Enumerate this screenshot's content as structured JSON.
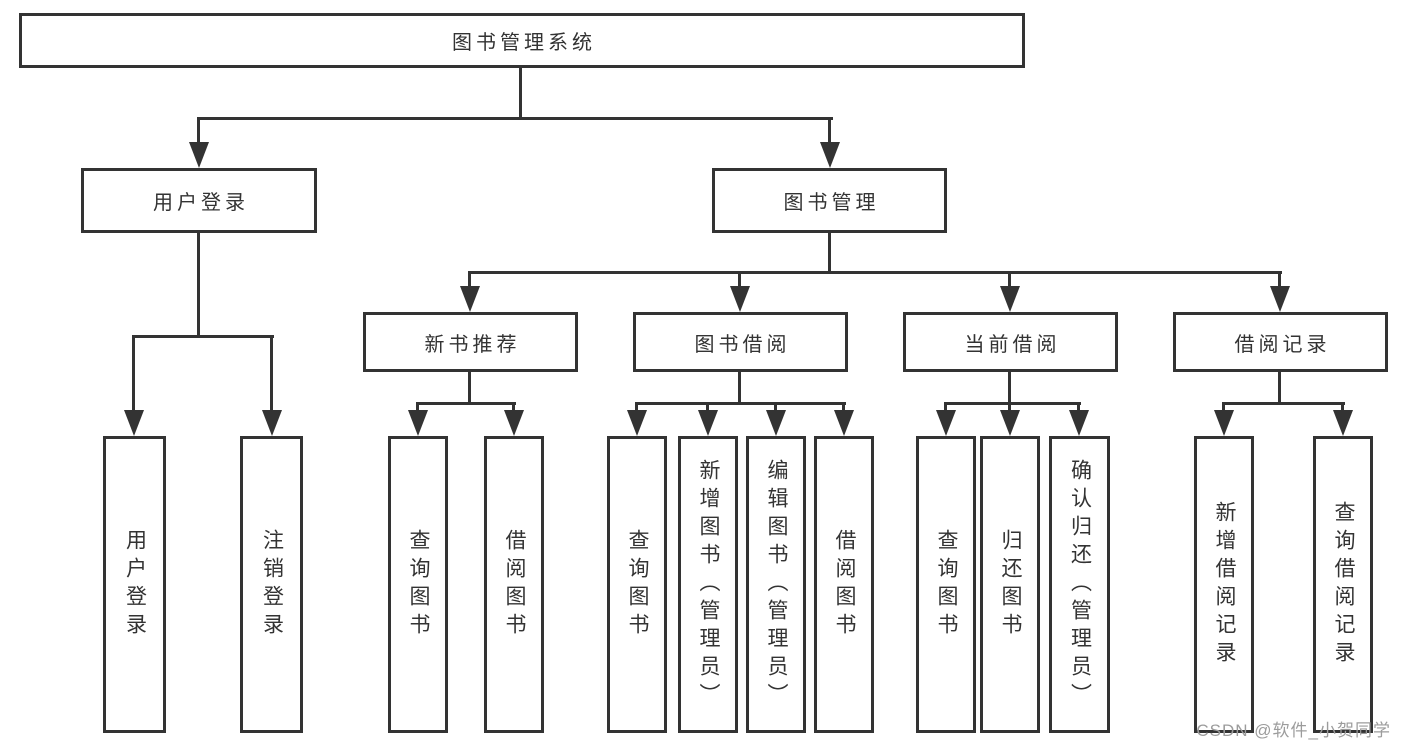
{
  "page": {
    "background": "#ffffff"
  },
  "diagram": {
    "type": "hierarchy-tree",
    "line_color": "#333333",
    "border_color": "#333333",
    "text_color": "#333333",
    "root": {
      "label": "图书管理系统"
    },
    "branches": [
      {
        "label": "用户登录",
        "leaves": [
          {
            "label": "用户登录"
          },
          {
            "label": "注销登录"
          }
        ]
      },
      {
        "label": "图书管理",
        "groups": [
          {
            "label": "新书推荐",
            "leaves": [
              {
                "label": "查询图书"
              },
              {
                "label": "借阅图书"
              }
            ]
          },
          {
            "label": "图书借阅",
            "leaves": [
              {
                "label": "查询图书"
              },
              {
                "label": "新增图书（管理员）"
              },
              {
                "label": "编辑图书（管理员）"
              },
              {
                "label": "借阅图书"
              }
            ]
          },
          {
            "label": "当前借阅",
            "leaves": [
              {
                "label": "查询图书"
              },
              {
                "label": "归还图书"
              },
              {
                "label": "确认归还（管理员）"
              }
            ]
          },
          {
            "label": "借阅记录",
            "leaves": [
              {
                "label": "新增借阅记录"
              },
              {
                "label": "查询借阅记录"
              }
            ]
          }
        ]
      }
    ]
  },
  "watermark": {
    "text": "CSDN @软件_小贺同学",
    "color": "#9c9c9c"
  }
}
